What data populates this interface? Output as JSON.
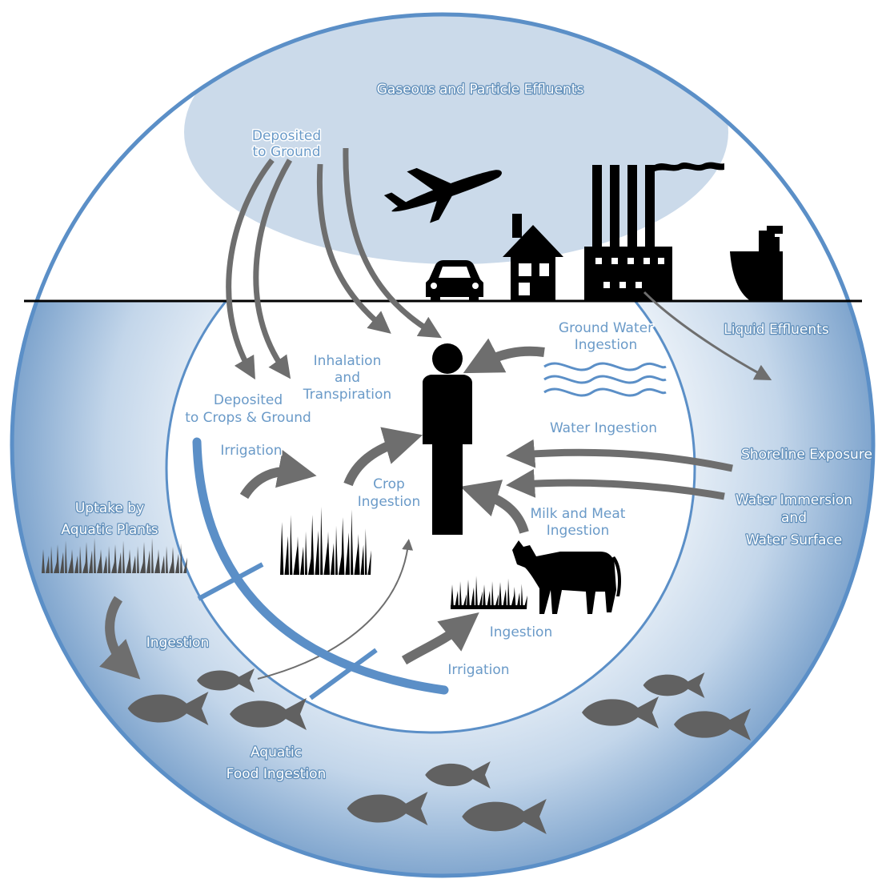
{
  "labels": {
    "gaseous": "Gaseous and Particle Effluents",
    "deposited_ground_1": "Deposited",
    "deposited_ground_2": "to Ground",
    "ground_water_1": "Ground Water",
    "ground_water_2": "Ingestion",
    "liquid_effluents": "Liquid Effluents",
    "inhalation_1": "Inhalation",
    "inhalation_2": "and",
    "inhalation_3": "Transpiration",
    "deposited_crops_1": "Deposited",
    "deposited_crops_2": "to Crops & Ground",
    "water_ingestion": "Water Ingestion",
    "shoreline": "Shoreline Exposure",
    "irrigation_top": "Irrigation",
    "crop_1": "Crop",
    "crop_2": "Ingestion",
    "immersion_1": "Water Immersion",
    "immersion_2": "and",
    "immersion_3": "Water Surface",
    "uptake_1": "Uptake by",
    "uptake_2": "Aquatic Plants",
    "milk_1": "Milk and Meat",
    "milk_2": "Ingestion",
    "ingestion_left": "Ingestion",
    "ingestion_cow": "Ingestion",
    "irrigation_bottom": "Irrigation",
    "aquatic_1": "Aquatic",
    "aquatic_2": "Food Ingestion"
  },
  "colors": {
    "outline": "#5b8fc7",
    "water_deep": "#7fa6cf",
    "sky": "#c9d9ea",
    "arrow": "#6e6e6e",
    "fish": "#616161",
    "label": "#6a9ac8"
  },
  "icons": [
    "airplane-icon",
    "car-icon",
    "house-icon",
    "factory-icon",
    "ship-icon",
    "person-icon",
    "cow-icon",
    "fish-icon",
    "plant-icon",
    "wave-icon"
  ]
}
